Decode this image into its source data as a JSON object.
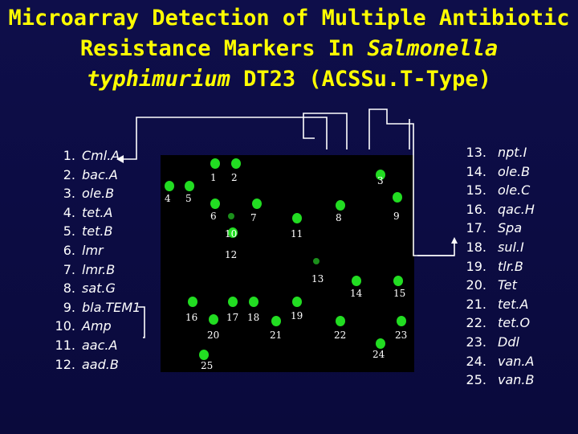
{
  "title": {
    "line1": "Microarray Detection of Multiple Antibiotic",
    "line2_a": "Resistance Markers In ",
    "line2_b": "Salmonella",
    "line3_a": "typhimurium",
    "line3_b": "  DT23 (ACSSu.T-Type)"
  },
  "left_genes": [
    {
      "num": "1.",
      "name": "Cml.A"
    },
    {
      "num": "2.",
      "name": "bac.A"
    },
    {
      "num": "3.",
      "name": "ole.B"
    },
    {
      "num": "4.",
      "name": "tet.A"
    },
    {
      "num": "5.",
      "name": "tet.B"
    },
    {
      "num": "6.",
      "name": "lmr"
    },
    {
      "num": "7.",
      "name": "lmr.B"
    },
    {
      "num": "8.",
      "name": "sat.G"
    },
    {
      "num": "9.",
      "name": "bla.TEM1"
    },
    {
      "num": "10.",
      "name": "Amp"
    },
    {
      "num": "11.",
      "name": "aac.A"
    },
    {
      "num": "12.",
      "name": "aad.B"
    }
  ],
  "right_genes": [
    {
      "num": "13.",
      "name": "npt.I"
    },
    {
      "num": "14.",
      "name": "ole.B"
    },
    {
      "num": "15.",
      "name": "ole.C"
    },
    {
      "num": "16.",
      "name": "qac.H"
    },
    {
      "num": "17.",
      "name": "Spa"
    },
    {
      "num": "18.",
      "name": "sul.I"
    },
    {
      "num": "19.",
      "name": "tlr.B"
    },
    {
      "num": "20.",
      "name": "Tet"
    },
    {
      "num": "21.",
      "name": "tet.A"
    },
    {
      "num": "22.",
      "name": "tet.O"
    },
    {
      "num": "23.",
      "name": "Ddl"
    },
    {
      "num": "24.",
      "name": "van.A"
    },
    {
      "num": "25.",
      "name": "van.B"
    }
  ],
  "spot_labels": [
    "1",
    "2",
    "3",
    "4",
    "5",
    "6",
    "7",
    "8",
    "9",
    "10",
    "11",
    "12",
    "13",
    "14",
    "15",
    "16",
    "17",
    "18",
    "19",
    "20",
    "21",
    "22",
    "23",
    "24",
    "25"
  ],
  "colors": {
    "title": "#ffff00",
    "background": "#0a0a3c",
    "array_background": "#000000",
    "spot": "#22dd22",
    "connector": "#ffffff"
  }
}
